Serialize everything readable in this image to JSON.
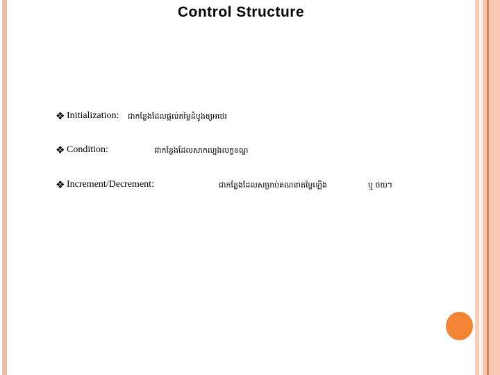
{
  "slide": {
    "title": "Control Structure"
  },
  "bullets": [
    {
      "marker": "❖",
      "label": "Initialization:",
      "khmer": "ជាកន្លែងដែលផ្ដល់តម្លៃដំបូងឲ្យអថេរ"
    },
    {
      "marker": "❖",
      "label": "Condition:",
      "khmer": "ជាកន្លែងដែលសាកល្បងលក្ខខណ្ឌ"
    },
    {
      "marker": "❖",
      "label": "Increment/Decrement:",
      "khmer": "ជាកន្លែងដែលសម្រាប់គណនាតម្លៃឡើង",
      "khmer_tail": "ឬ ថយ។"
    }
  ],
  "colors": {
    "left_stripe": "#f3bca4",
    "right_stripe_light": "#f8cdba",
    "right_stripe_cream": "#fef5ec",
    "right_stripe_peach": "#fac5ae",
    "right_stripe_dark_accent": "#dd8456",
    "right_stripe_wide": "#fbc9b2",
    "circle_orange": "#f28433",
    "text": "#000000"
  }
}
